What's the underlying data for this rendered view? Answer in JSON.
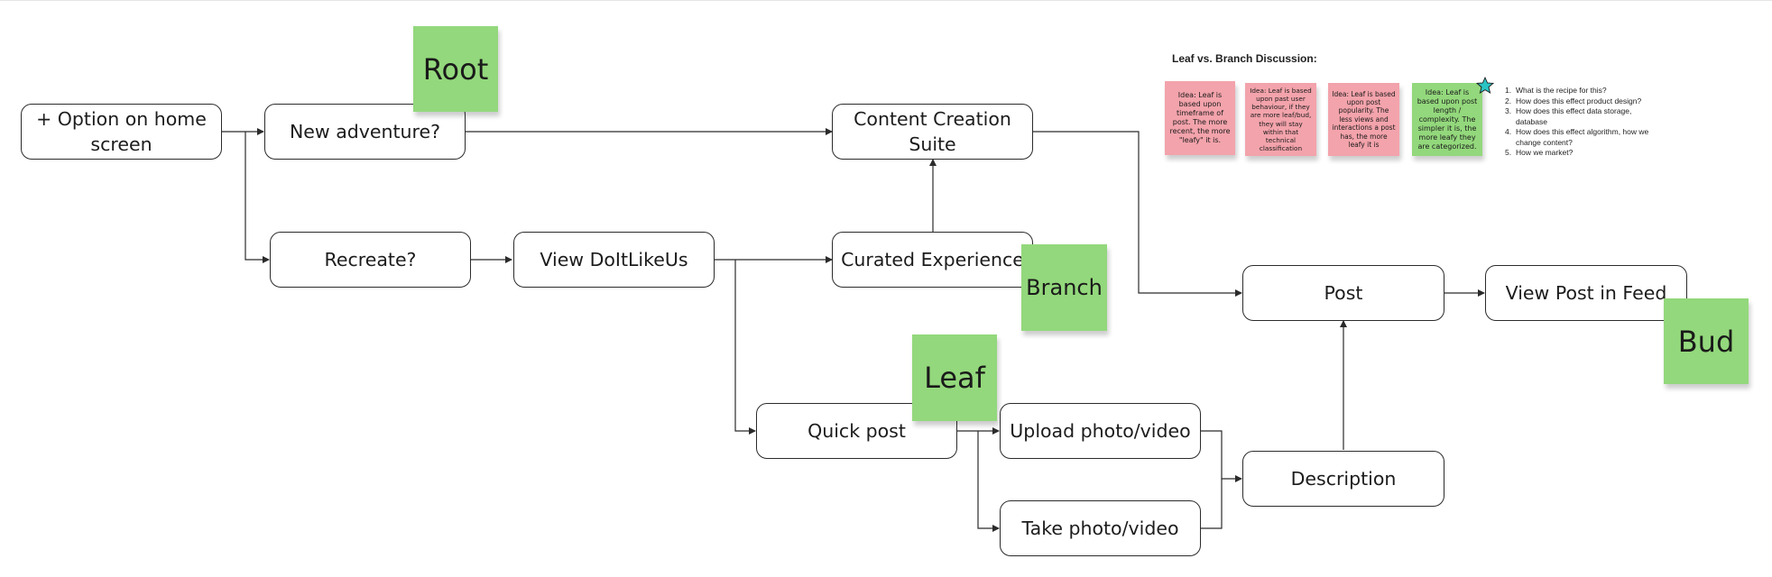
{
  "diagram": {
    "nodes": {
      "option_home": "+ Option on home screen",
      "new_adventure": "New adventure?",
      "content_creation": "Content Creation Suite",
      "recreate": "Recreate?",
      "view_doitlikeus": "View DoItLikeUs",
      "curated": "Curated Experience",
      "post": "Post",
      "view_post_feed": "View Post in Feed",
      "quick_post": "Quick post",
      "upload": "Upload photo/video",
      "take": "Take photo/video",
      "description": "Description"
    },
    "stickies": {
      "root": "Root",
      "branch": "Branch",
      "leaf": "Leaf",
      "bud": "Bud"
    }
  },
  "discussion": {
    "title": "Leaf vs. Branch Discussion:",
    "notes": [
      {
        "text": "Idea: Leaf is based upon timeframe of post. The more recent, the more \"leafy\" it is.",
        "color": "#f3a3ab"
      },
      {
        "text": "Idea: Leaf is based upon past user behaviour, if they are more leaf/bud, they will stay within that technical classification",
        "color": "#f3a3ab"
      },
      {
        "text": "Idea: Leaf is based upon post popularity. The less views and interactions a post has, the more leafy it is",
        "color": "#f3a3ab"
      },
      {
        "text": "Idea: Leaf is based upon post length / complexity. The simpler it is, the more leafy they are categorized.",
        "color": "#93d87c"
      }
    ],
    "star_icon": "star-icon",
    "questions": [
      {
        "num": "1.",
        "text": "What is the recipe for this?"
      },
      {
        "num": "2.",
        "text": "How does this effect product design?"
      },
      {
        "num": "3.",
        "text": "How does this effect data storage, database"
      },
      {
        "num": "4.",
        "text": "How does this effect algorithm, how we change content?"
      },
      {
        "num": "5.",
        "text": "How we market?"
      }
    ]
  },
  "colors": {
    "sticky_green": "#93d87c",
    "sticky_pink": "#f3a3ab",
    "star": "#2bc4c4",
    "line": "#2b2b2b"
  }
}
